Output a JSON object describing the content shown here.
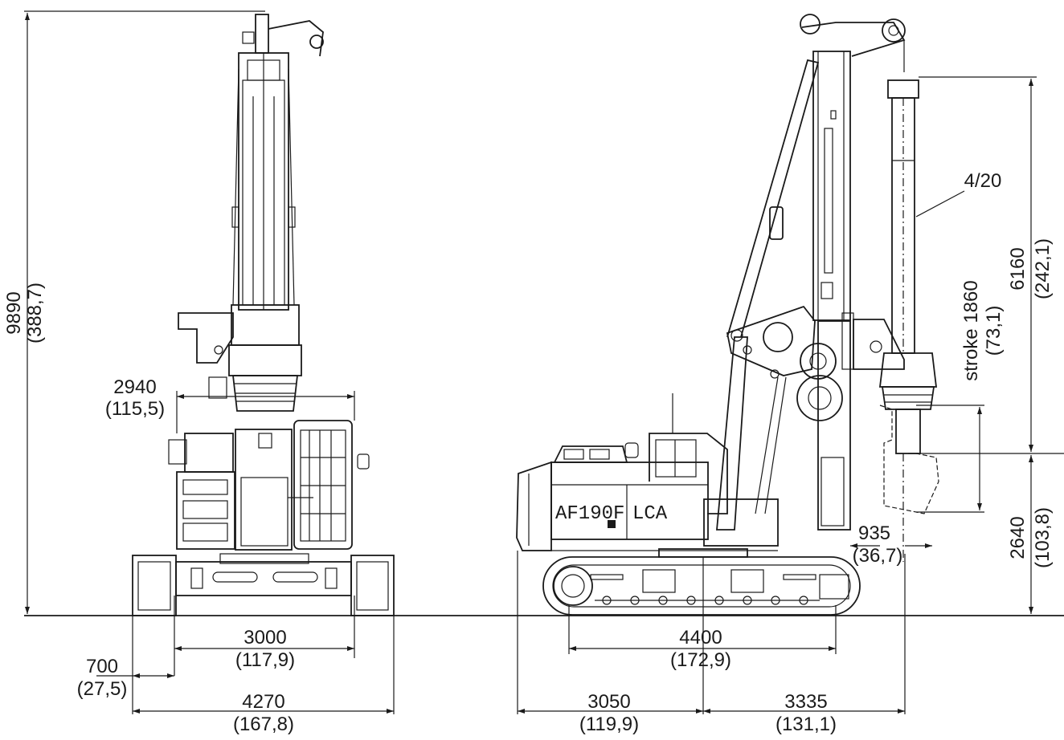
{
  "front_view": {
    "overall_height": {
      "mm": "9890",
      "in": "(388,7)"
    },
    "cab_width": {
      "mm": "2940",
      "in": "(115,5)"
    },
    "track_gauge": {
      "mm": "3000",
      "in": "(117,9)"
    },
    "track_shoe": {
      "mm": "700",
      "in": "(27,5)"
    },
    "overall_width": {
      "mm": "4270",
      "in": "(167,8)"
    }
  },
  "side_view": {
    "machine_label": "AF190F",
    "machine_suffix": "LCA",
    "kelly_label": "4/20",
    "kelly_height": {
      "mm": "6160",
      "in": "(242,1)"
    },
    "stroke": {
      "mm": "stroke 1860",
      "in": "(73,1)"
    },
    "working_height": {
      "mm": "2640",
      "in": "(103,8)"
    },
    "offset": {
      "mm": "935",
      "in": "(36,7)"
    },
    "tumbler_distance": {
      "mm": "4400",
      "in": "(172,9)"
    },
    "rear_length": {
      "mm": "3050",
      "in": "(119,9)"
    },
    "front_length": {
      "mm": "3335",
      "in": "(131,1)"
    }
  }
}
